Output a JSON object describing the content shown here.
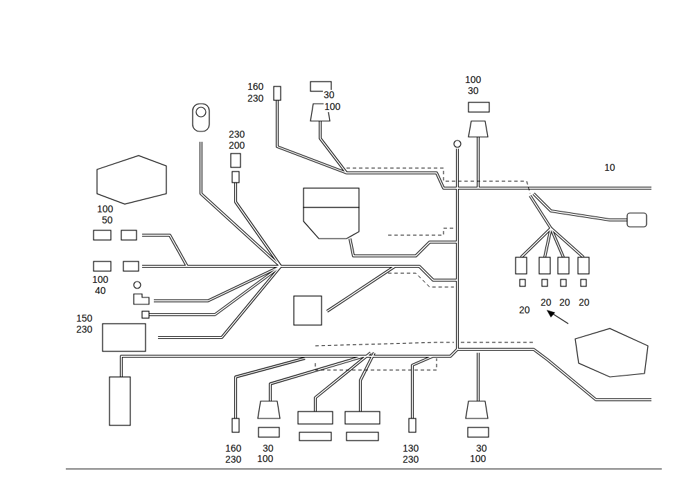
{
  "diagram": {
    "labels": [
      "160",
      "230",
      "30",
      "100",
      "100",
      "30",
      "230",
      "200",
      "10",
      "100",
      "50",
      "100",
      "40",
      "150",
      "230",
      "20",
      "20",
      "20",
      "20",
      "160",
      "230",
      "30",
      "100",
      "130",
      "230",
      "30",
      "100"
    ]
  }
}
